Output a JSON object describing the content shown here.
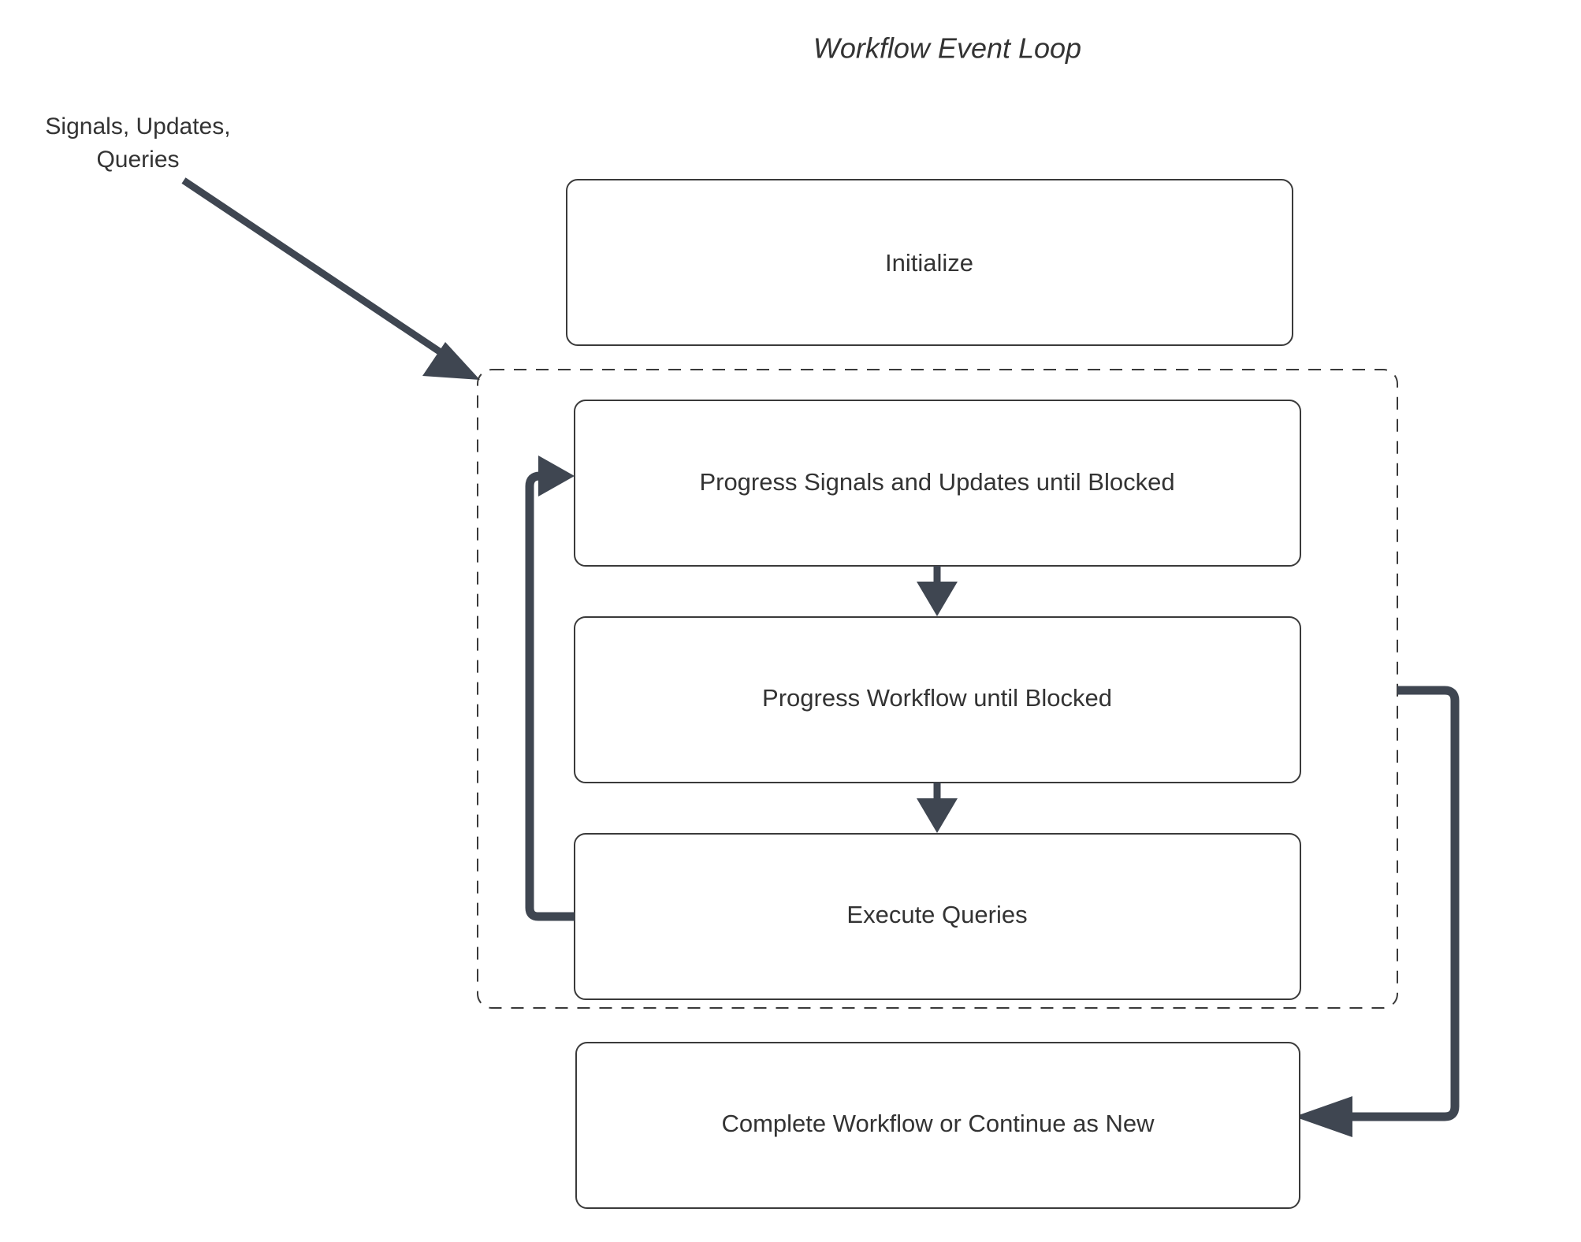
{
  "diagram": {
    "title": "Workflow Event Loop",
    "background_color": "#ffffff",
    "node_stroke_color": "#3a3a3a",
    "edge_color": "#3f4651",
    "text_color": "#333333",
    "nodes": [
      {
        "id": "initialize",
        "label": "Initialize"
      },
      {
        "id": "progress-signals",
        "label": "Progress Signals and Updates until Blocked"
      },
      {
        "id": "progress-workflow",
        "label": "Progress Workflow until Blocked"
      },
      {
        "id": "execute-queries",
        "label": "Execute Queries"
      },
      {
        "id": "complete-workflow",
        "label": "Complete Workflow or Continue as New"
      }
    ],
    "group": {
      "id": "event-loop-group",
      "label": "",
      "style": "dashed"
    },
    "edge_labels": {
      "inbound": {
        "line1": "Signals, Updates,",
        "line2": "Queries"
      }
    },
    "edges": [
      {
        "id": "inbound-signals",
        "from": "Signals, Updates, Queries",
        "to": "event-loop-group"
      },
      {
        "id": "signals-to-workflow",
        "from": "progress-signals",
        "to": "progress-workflow"
      },
      {
        "id": "workflow-to-queries",
        "from": "progress-workflow",
        "to": "execute-queries"
      },
      {
        "id": "queries-loop-back",
        "from": "execute-queries",
        "to": "progress-signals"
      },
      {
        "id": "group-to-complete",
        "from": "event-loop-group",
        "to": "complete-workflow"
      }
    ]
  }
}
